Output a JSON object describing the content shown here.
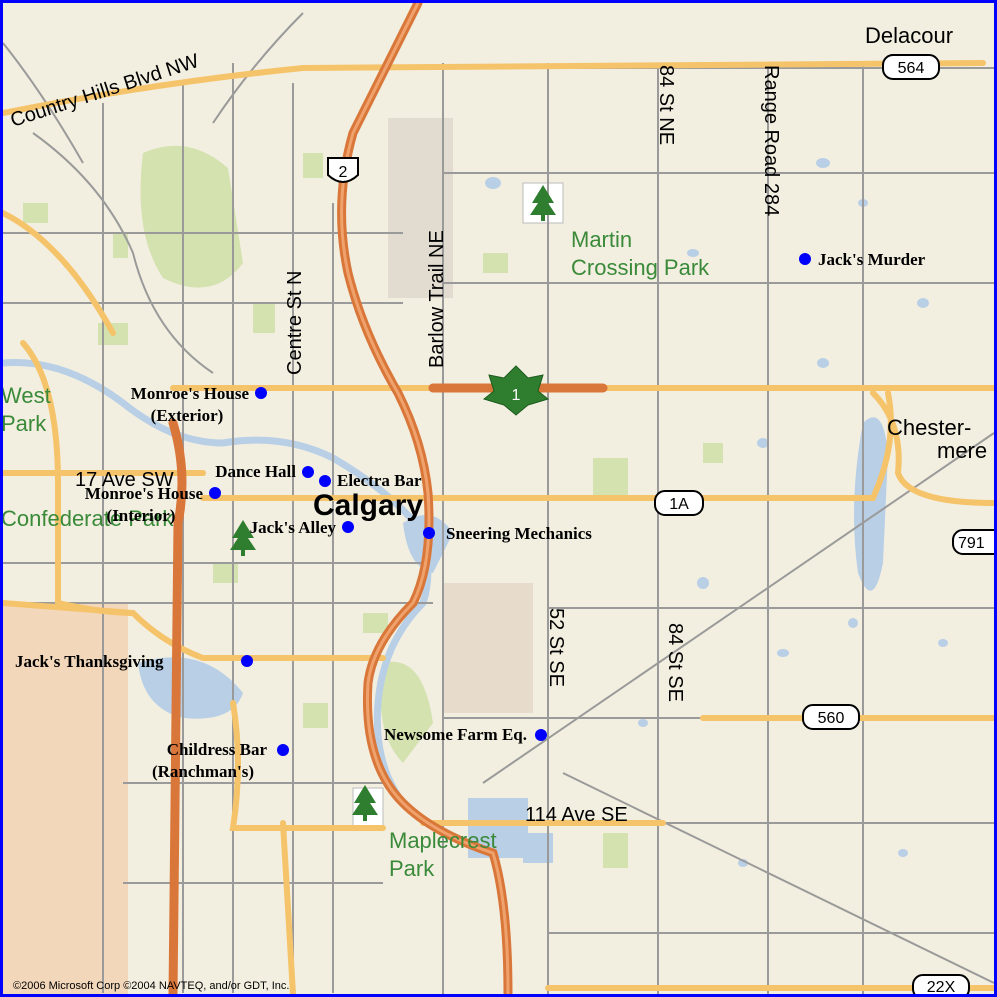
{
  "map": {
    "city_label": "Calgary",
    "copyright": "©2006 Microsoft Corp ©2004 NAVTEQ, and/or GDT, Inc.",
    "place_labels": {
      "delacour": "Delacour",
      "chestermere_1": "Chester-",
      "chestermere_2": "mere"
    },
    "street_labels": {
      "country_hills": "Country Hills Blvd NW",
      "centre_st": "Centre St N",
      "barlow": "Barlow Trail NE",
      "st84_ne": "84 St NE",
      "range_road": "Range Road 284",
      "st52_se": "52 St SE",
      "st84_se": "84 St SE",
      "ave114": "114 Ave SE",
      "ave17": "17 Ave SW"
    },
    "park_labels": {
      "martin_1": "Martin",
      "martin_2": "Crossing Park",
      "maple_1": "Maplecrest",
      "maple_2": "Park",
      "west_park_1": "West",
      "west_park_2": "Park",
      "south_park": "Confederate Park"
    },
    "shields": {
      "h2": "2",
      "h564": "564",
      "h1": "1",
      "h1a": "1A",
      "h791": "791",
      "h560": "560",
      "h22x": "22X"
    },
    "markers": {
      "jacks_murder": "Jack's Murder",
      "monroe_ext_1": "Monroe's House",
      "monroe_ext_2": "(Exterior)",
      "dance_hall": "Dance Hall",
      "electra_bar": "Electra Bar",
      "monroe_int_1": "Monroe's House",
      "monroe_int_2": "(Interior)",
      "jacks_alley": "Jack's Alley",
      "sneering": "Sneering Mechanics",
      "thanksgiving": "Jack's Thanksgiving",
      "newsome": "Newsome Farm Eq.",
      "childress_1": "Childress Bar",
      "childress_2": "(Ranchman's)"
    },
    "colors": {
      "background": "#f3efe0",
      "highway": "#d9773a",
      "arterial": "#f5c36a",
      "minor_road": "#9a9a9a",
      "water": "#b8cfe6",
      "park": "#d4e2b0",
      "marker": "#0000ff",
      "border": "#0000ff"
    }
  }
}
